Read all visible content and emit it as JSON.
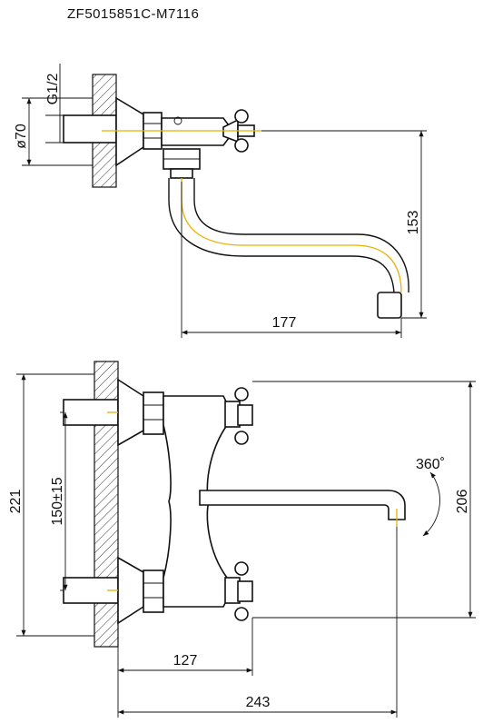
{
  "title": "ZF5015851C-M7116",
  "side_view": {
    "thread_label": "G1/2",
    "diameter_label": "ø70",
    "height_label": "153",
    "reach_label": "177"
  },
  "front_view": {
    "overall_height_label": "221",
    "center_distance_label": "150±15",
    "spout_height_label": "206",
    "depth_label": "127",
    "total_length_label": "243",
    "rotation_label": "360˚"
  },
  "colors": {
    "line": "#111111",
    "axis": "#e8b200",
    "hatch": "#333333"
  }
}
